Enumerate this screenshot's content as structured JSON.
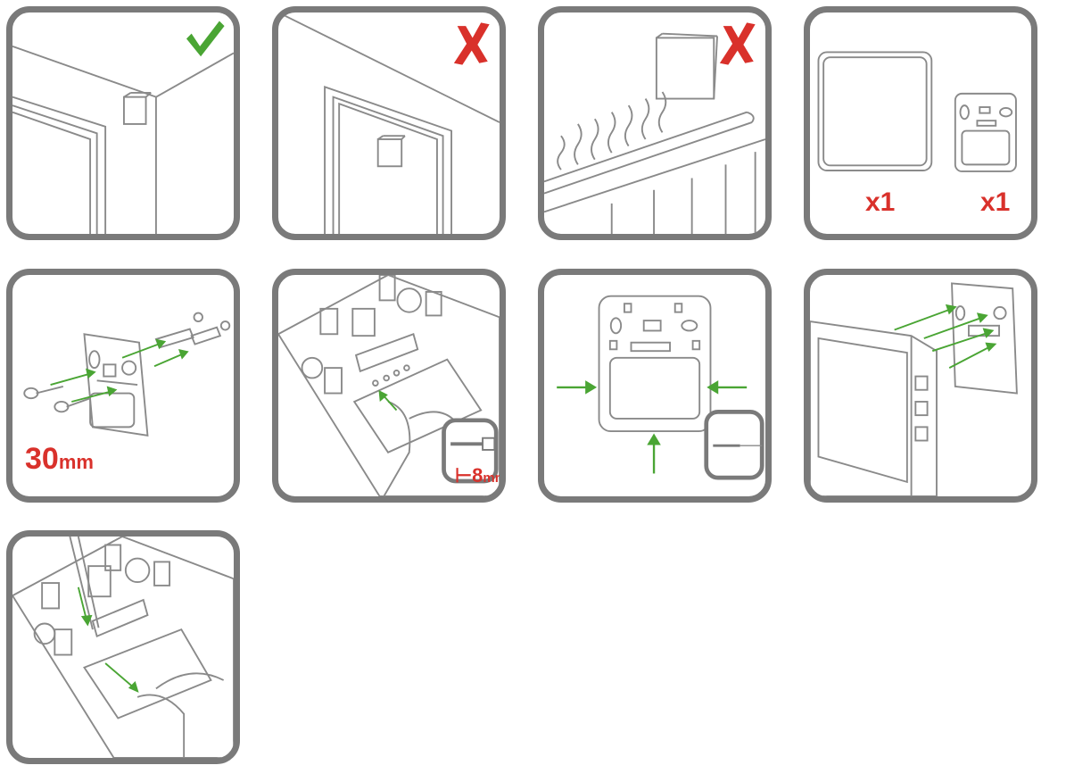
{
  "colors": {
    "frame": "#7a7a7a",
    "line": "#8a8a8a",
    "ok": "#4aa534",
    "bad": "#d9312b",
    "arrow": "#4aa534",
    "label": "#d9312b"
  },
  "icons": {
    "ok": "check-icon",
    "bad": "cross-icon"
  },
  "labels": {
    "qty_cover": "x1",
    "qty_backplate": "x1",
    "depth_value": "30",
    "depth_unit": "mm",
    "strip_value": "8",
    "strip_unit": "mm"
  }
}
